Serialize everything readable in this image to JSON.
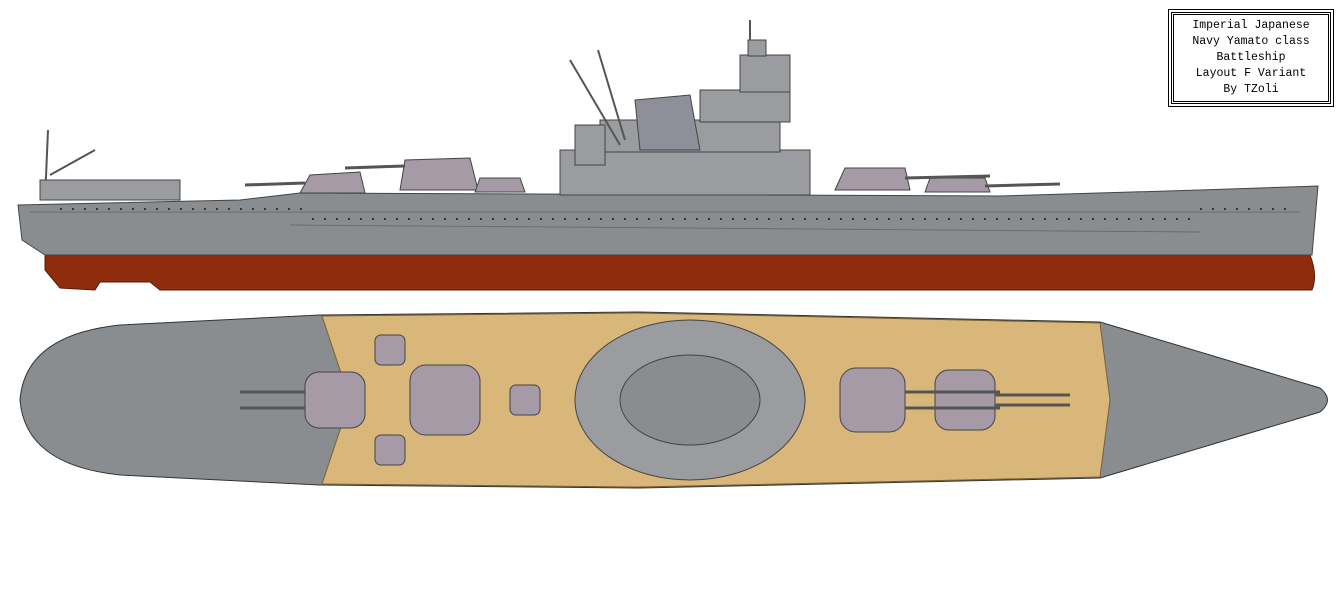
{
  "title_block": {
    "lines": [
      "Imperial Japanese",
      "Navy Yamato class",
      "Battleship",
      "Layout F Variant",
      "By TZoli"
    ]
  },
  "colors": {
    "hull_grey": "#8a8d90",
    "upperworks_grey": "#9a9ca0",
    "turret_lavender": "#a59aa6",
    "hull_red": "#8f2c0c",
    "deck_wood": "#d9b77b",
    "outline": "#333333"
  }
}
